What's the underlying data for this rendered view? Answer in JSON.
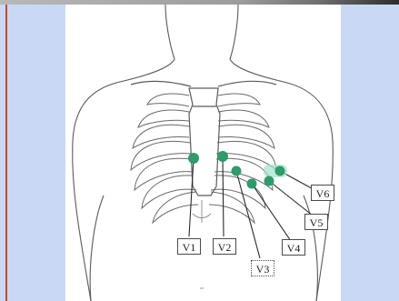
{
  "leads": [
    {
      "id": "V1",
      "label": "V1"
    },
    {
      "id": "V2",
      "label": "V2"
    },
    {
      "id": "V3",
      "label": "V3"
    },
    {
      "id": "V4",
      "label": "V4"
    },
    {
      "id": "V5",
      "label": "V5"
    },
    {
      "id": "V6",
      "label": "V6"
    }
  ],
  "colors": {
    "electrode": "#2f9a6a",
    "electrode_glow": "#9fe3c8",
    "side_panel": "#c9d9f5",
    "left_border": "#c8492f",
    "line_art": "#5a5a5a"
  }
}
